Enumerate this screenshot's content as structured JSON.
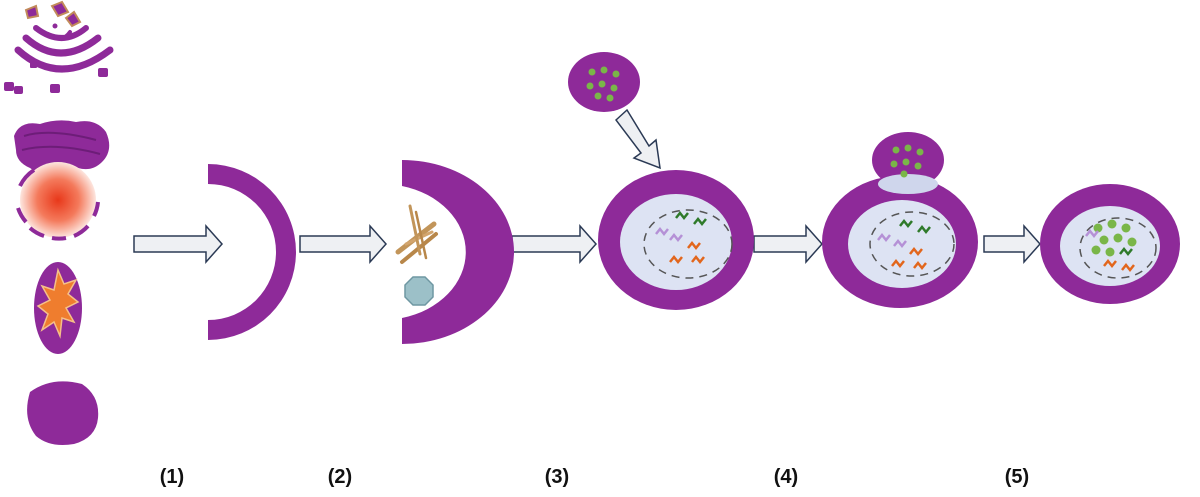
{
  "steps": [
    {
      "label": "(1)"
    },
    {
      "label": "(2)"
    },
    {
      "label": "(3)"
    },
    {
      "label": "(4)"
    },
    {
      "label": "(5)"
    }
  ],
  "colors": {
    "membrane": "#8e2a99",
    "lumen": "#dde3f3",
    "cargo": "#7ab648",
    "orange_core": "#ef7d2e",
    "red_glow": "#e8381a",
    "green_squiggle": "#2f7a2a",
    "lavender_squiggle": "#b591d6",
    "orange_squiggle": "#e2661c",
    "rod": "#c2955a",
    "octagon": "#9cc0c8",
    "arrow_fill": "#eef0f3",
    "arrow_stroke": "#2b3a55"
  },
  "icons": {
    "source_organelles": [
      "golgi-stack-icon",
      "damaged-mitochondria-icon",
      "orange-aggregate-icon",
      "purple-blob-icon"
    ],
    "cargo": [
      "rod-bundle-icon",
      "octagon-particle-icon"
    ]
  }
}
